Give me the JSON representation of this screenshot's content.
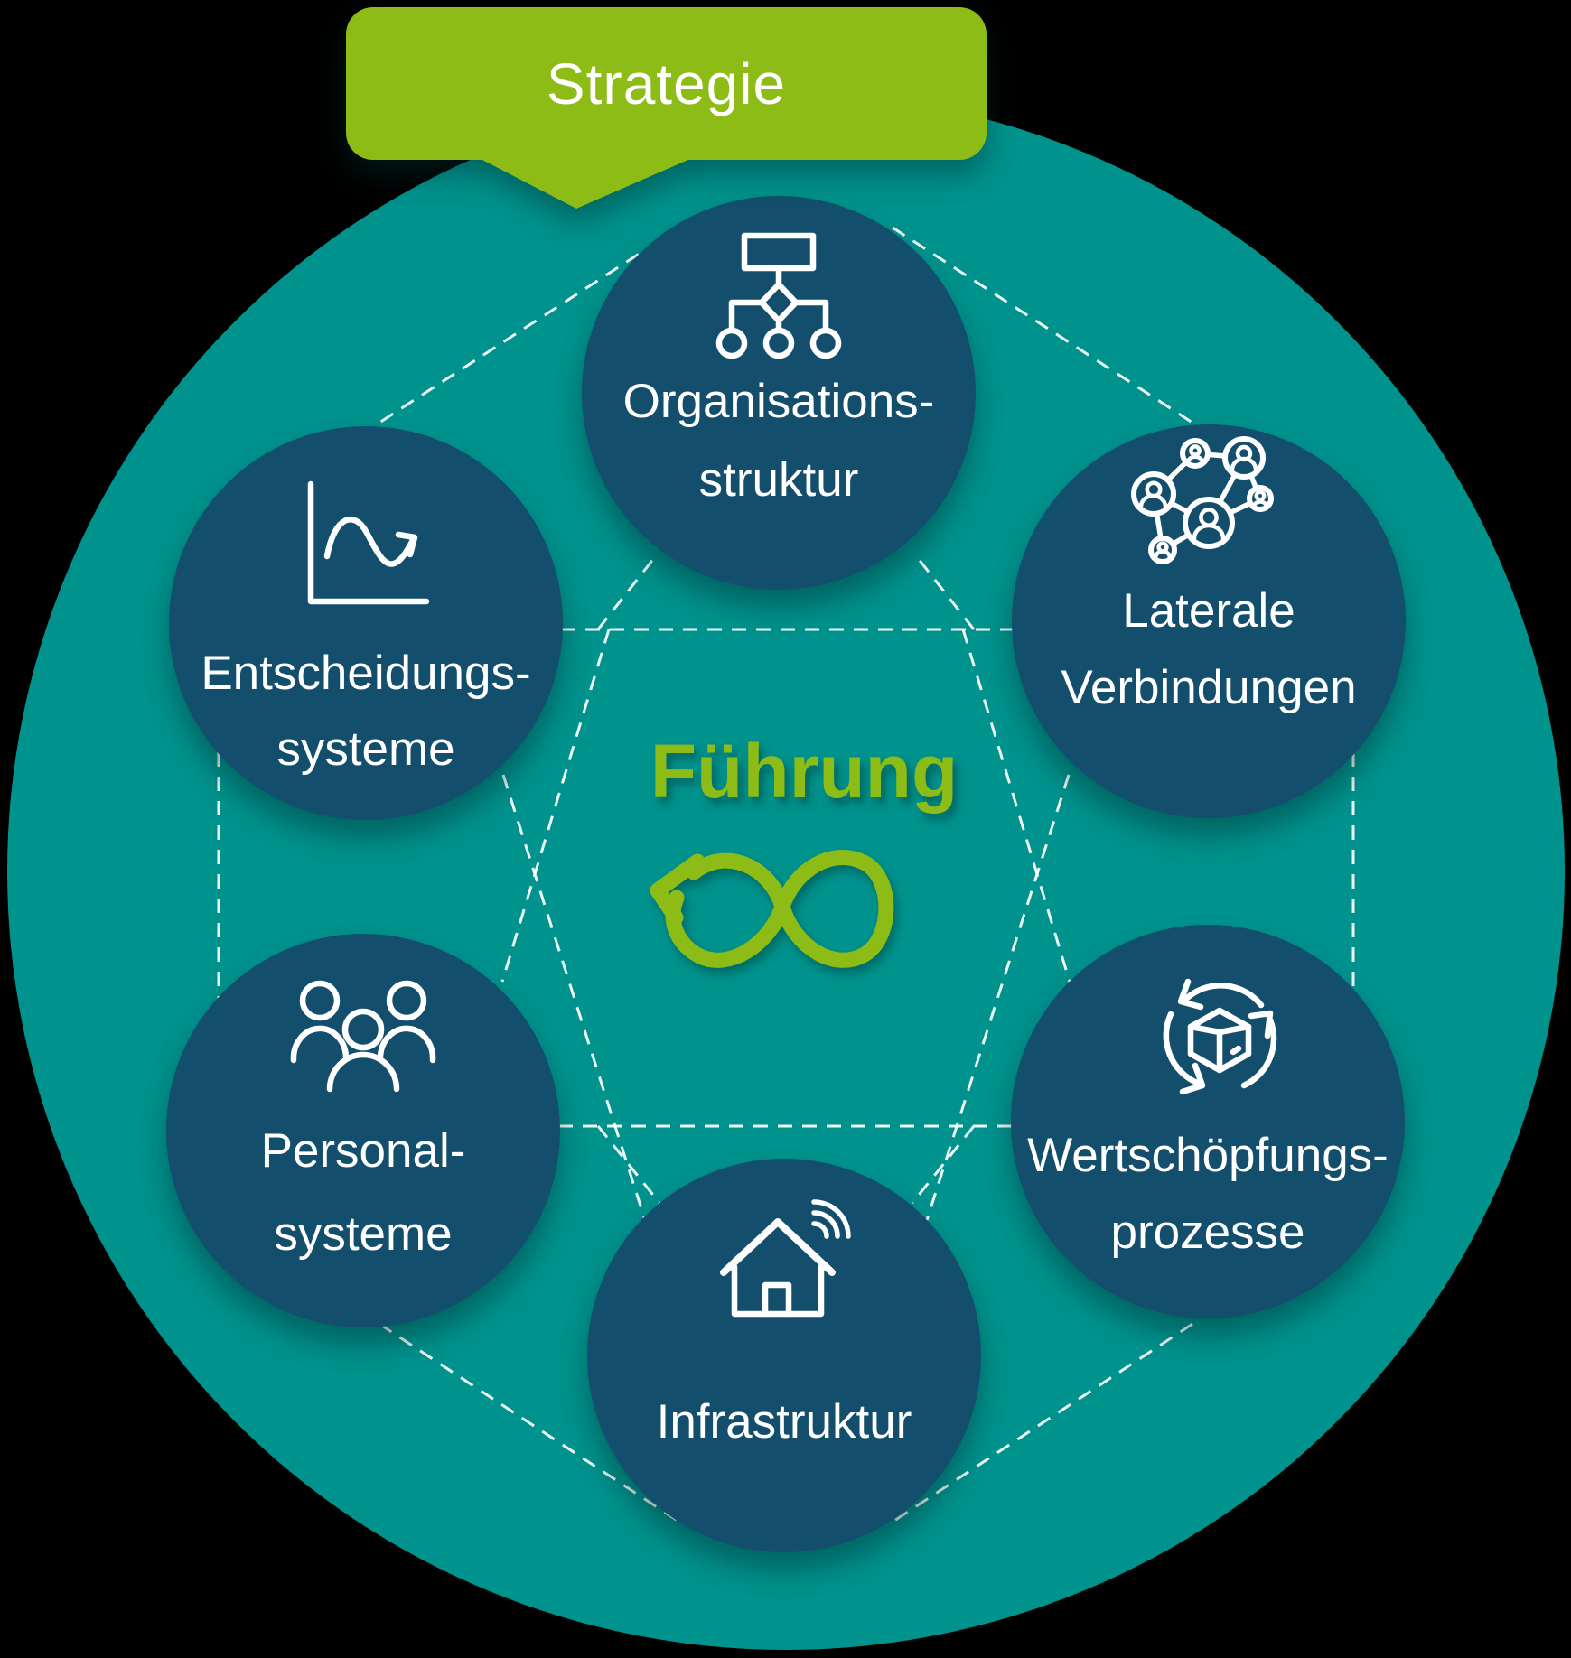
{
  "banner": {
    "label": "Strategie"
  },
  "center": {
    "title": "Führung",
    "icon": "infinity-loop-arrow-icon"
  },
  "circles": [
    {
      "id": "organisationsstruktur",
      "line1": "Organisations-",
      "line2": "struktur",
      "icon": "org-chart-icon"
    },
    {
      "id": "laterale-verbindungen",
      "line1": "Laterale",
      "line2": "Verbindungen",
      "icon": "people-network-icon"
    },
    {
      "id": "wertschoepfungsprozesse",
      "line1": "Wertschöpfungs-",
      "line2": "prozesse",
      "icon": "box-cycle-icon"
    },
    {
      "id": "infrastruktur",
      "line1": "Infrastruktur",
      "line2": "",
      "icon": "house-wifi-icon"
    },
    {
      "id": "personalsysteme",
      "line1": "Personal-",
      "line2": "systeme",
      "icon": "people-group-icon"
    },
    {
      "id": "entscheidungssysteme",
      "line1": "Entscheidungs-",
      "line2": "systeme",
      "icon": "chart-curve-arrow-icon"
    }
  ],
  "colors": {
    "teal": "#00928D",
    "navy": "#134F6C",
    "green": "#8CBC15",
    "text": "#FFFFFF",
    "background": "#000000"
  }
}
